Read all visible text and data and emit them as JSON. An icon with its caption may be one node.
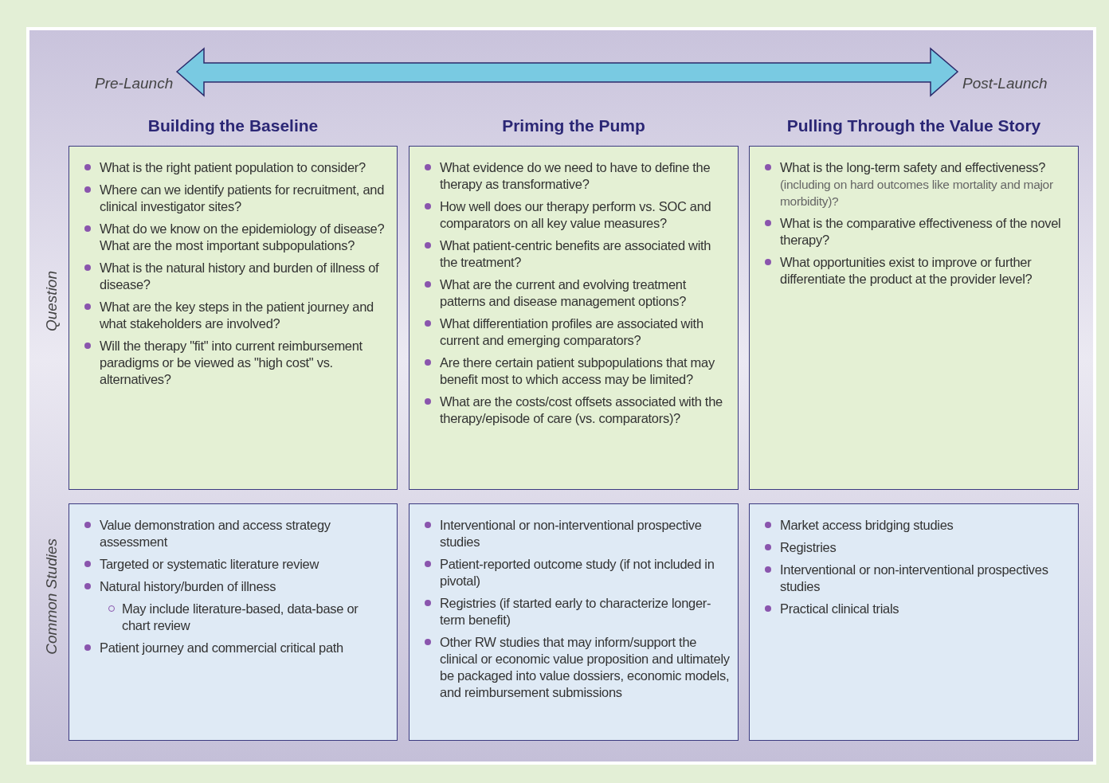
{
  "diagram": {
    "nodes": [
      {
        "text": [
          "What is the right patient population to consider?",
          "Where can we identify patients for recruitment, and clinical investigator sites?",
          "What do we know on the epidemiology of disease? What are the most important subpopulations?",
          "What is the natural history and burden of illness of disease?",
          "What are the key steps in the patient journey and what stakeholders are involved?",
          "Will the therapy \"fit\" into current reimbursement paradigms or be viewed as \"high cost\" vs. alternatives?"
        ]
      },
      {
        "text": [
          "What evidence do we need to have to define the therapy as transformative?",
          "How well does our therapy perform vs. SOC and comparators on all key value measures?",
          "What patient-centric benefits are associated with the treatment?",
          "What are the current and evolving treatment patterns and disease management options?",
          "What differentiation profiles are associated with current and emerging comparators?",
          "Are there certain patient subpopulations that may benefit most to which access may be limited?",
          "What are the costs/cost offsets associated with the therapy/episode of care (vs. comparators)?"
        ]
      },
      {
        "text": [
          "What is the long-term safety and effectiveness?",
          "(including on hard outcomes like mortality and major morbidity)?",
          "What is the comparative effectiveness of the novel therapy?",
          "What opportunities exist to improve or further differentiate the product at the provider level?"
        ]
      },
      {
        "text": [
          "Value demonstration and access strategy assessment",
          "Targeted or systematic literature review",
          "Natural history/burden of illness",
          "May include literature-based, data-base or chart review",
          "Patient journey and commercial critical path"
        ]
      },
      {
        "text": [
          "Interventional or non-interventional prospective studies",
          "Patient-reported outcome study (if not included in pivotal)",
          "Registries (if started early to characterize longer-term benefit)",
          "Other RW studies that may inform/support the clinical or economic value proposition and ultimately be packaged into value dossiers, economic models, and reimbursement submissions"
        ]
      },
      {
        "text": [
          "Market access bridging studies",
          "Registries",
          "Interventional or non-interventional prospectives studies",
          "Practical clinical trials"
        ]
      }
    ],
    "labels": [
      "Pre-Launch",
      "Post-Launch",
      "Building the Baseline",
      "Priming the Pump",
      "Pulling Through the Value Story",
      "Question",
      "Common Studies"
    ]
  }
}
